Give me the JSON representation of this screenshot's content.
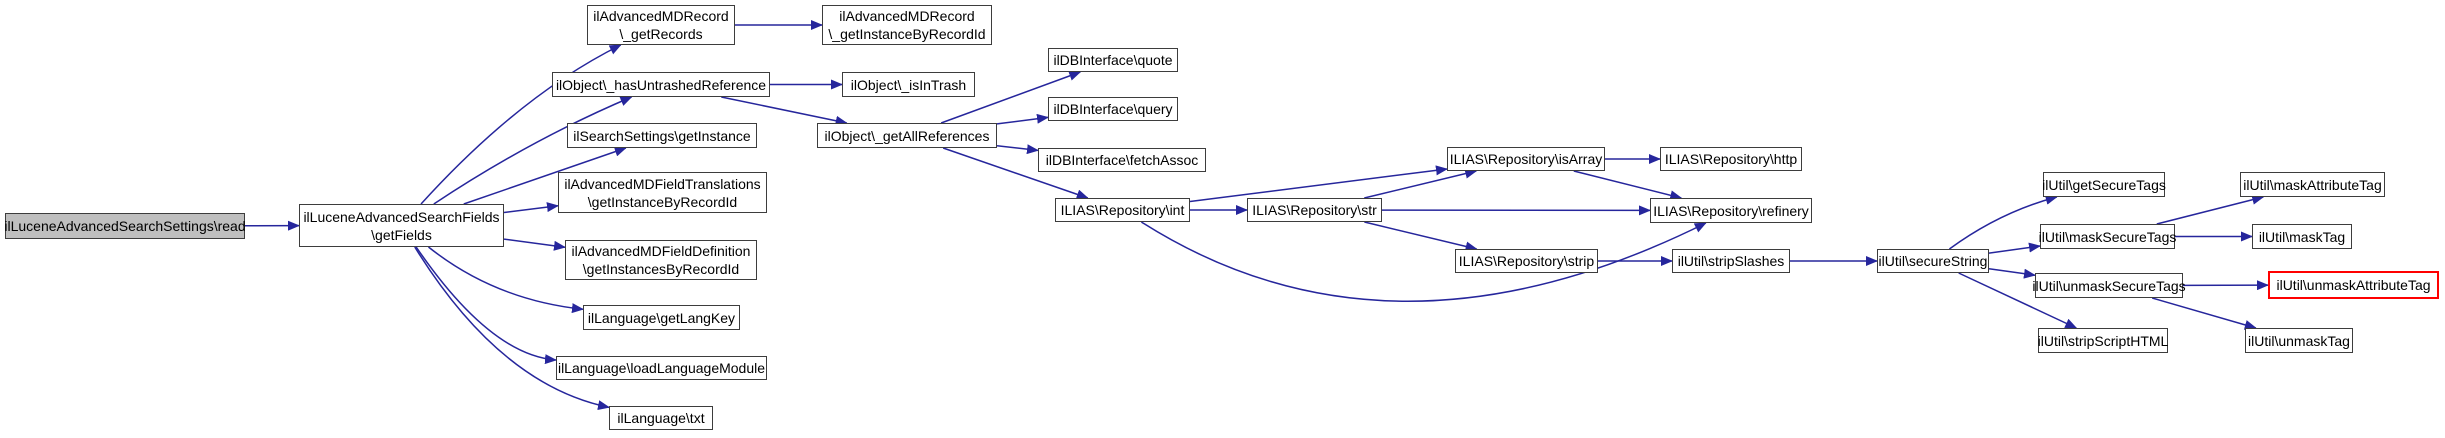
{
  "diagram": {
    "type": "call-graph",
    "root_function": "ilLuceneAdvancedSearchSettings\\read",
    "nodes": [
      {
        "id": "read",
        "style": "root",
        "lines": [
          "ilLuceneAdvancedSearchSettings\\read"
        ]
      },
      {
        "id": "get-fields",
        "style": "normal",
        "lines": [
          "ilLuceneAdvancedSearchFields",
          "\\getFields"
        ]
      },
      {
        "id": "get-records",
        "style": "normal",
        "lines": [
          "ilAdvancedMDRecord",
          "\\_getRecords"
        ]
      },
      {
        "id": "get-instance-by-record-id",
        "style": "normal",
        "lines": [
          "ilAdvancedMDRecord",
          "\\_getInstanceByRecordId"
        ]
      },
      {
        "id": "has-untrashed-reference",
        "style": "normal",
        "lines": [
          "ilObject\\_hasUntrashedReference"
        ]
      },
      {
        "id": "is-in-trash",
        "style": "normal",
        "lines": [
          "ilObject\\_isInTrash"
        ]
      },
      {
        "id": "search-settings-get-instance",
        "style": "normal",
        "lines": [
          "ilSearchSettings\\getInstance"
        ]
      },
      {
        "id": "get-all-references",
        "style": "normal",
        "lines": [
          "ilObject\\_getAllReferences"
        ]
      },
      {
        "id": "db-quote",
        "style": "normal",
        "lines": [
          "ilDBInterface\\quote"
        ]
      },
      {
        "id": "db-query",
        "style": "normal",
        "lines": [
          "ilDBInterface\\query"
        ]
      },
      {
        "id": "db-fetch-assoc",
        "style": "normal",
        "lines": [
          "ilDBInterface\\fetchAssoc"
        ]
      },
      {
        "id": "field-translations-get-instance-by-record-id",
        "style": "normal",
        "lines": [
          "ilAdvancedMDFieldTranslations",
          "\\getInstanceByRecordId"
        ]
      },
      {
        "id": "field-definition-get-instances-by-record-id",
        "style": "normal",
        "lines": [
          "ilAdvancedMDFieldDefinition",
          "\\getInstancesByRecordId"
        ]
      },
      {
        "id": "repo-int",
        "style": "normal",
        "lines": [
          "ILIAS\\Repository\\int"
        ]
      },
      {
        "id": "repo-str",
        "style": "normal",
        "lines": [
          "ILIAS\\Repository\\str"
        ]
      },
      {
        "id": "repo-is-array",
        "style": "normal",
        "lines": [
          "ILIAS\\Repository\\isArray"
        ]
      },
      {
        "id": "repo-http",
        "style": "normal",
        "lines": [
          "ILIAS\\Repository\\http"
        ]
      },
      {
        "id": "repo-refinery",
        "style": "normal",
        "lines": [
          "ILIAS\\Repository\\refinery"
        ]
      },
      {
        "id": "repo-strip",
        "style": "normal",
        "lines": [
          "ILIAS\\Repository\\strip"
        ]
      },
      {
        "id": "strip-slashes",
        "style": "normal",
        "lines": [
          "ilUtil\\stripSlashes"
        ]
      },
      {
        "id": "secure-string",
        "style": "normal",
        "lines": [
          "ilUtil\\secureString"
        ]
      },
      {
        "id": "get-lang-key",
        "style": "normal",
        "lines": [
          "ilLanguage\\getLangKey"
        ]
      },
      {
        "id": "load-language-module",
        "style": "normal",
        "lines": [
          "ilLanguage\\loadLanguageModule"
        ]
      },
      {
        "id": "lang-txt",
        "style": "normal",
        "lines": [
          "ilLanguage\\txt"
        ]
      },
      {
        "id": "get-secure-tags",
        "style": "normal",
        "lines": [
          "ilUtil\\getSecureTags"
        ]
      },
      {
        "id": "mask-attribute-tag",
        "style": "normal",
        "lines": [
          "ilUtil\\maskAttributeTag"
        ]
      },
      {
        "id": "mask-secure-tags",
        "style": "normal",
        "lines": [
          "ilUtil\\maskSecureTags"
        ]
      },
      {
        "id": "mask-tag",
        "style": "normal",
        "lines": [
          "ilUtil\\maskTag"
        ]
      },
      {
        "id": "unmask-secure-tags",
        "style": "normal",
        "lines": [
          "ilUtil\\unmaskSecureTags"
        ]
      },
      {
        "id": "unmask-attribute-tag",
        "style": "highlight",
        "lines": [
          "ilUtil\\unmaskAttributeTag"
        ]
      },
      {
        "id": "strip-script-html",
        "style": "normal",
        "lines": [
          "ilUtil\\stripScriptHTML"
        ]
      },
      {
        "id": "unmask-tag",
        "style": "normal",
        "lines": [
          "ilUtil\\unmaskTag"
        ]
      }
    ],
    "edges": [
      {
        "from": "read",
        "to": "get-fields"
      },
      {
        "from": "get-fields",
        "to": "get-records"
      },
      {
        "from": "get-fields",
        "to": "has-untrashed-reference"
      },
      {
        "from": "get-fields",
        "to": "search-settings-get-instance"
      },
      {
        "from": "get-fields",
        "to": "field-translations-get-instance-by-record-id"
      },
      {
        "from": "get-fields",
        "to": "field-definition-get-instances-by-record-id"
      },
      {
        "from": "get-fields",
        "to": "get-lang-key"
      },
      {
        "from": "get-fields",
        "to": "load-language-module"
      },
      {
        "from": "get-fields",
        "to": "lang-txt"
      },
      {
        "from": "get-records",
        "to": "get-instance-by-record-id"
      },
      {
        "from": "has-untrashed-reference",
        "to": "is-in-trash"
      },
      {
        "from": "has-untrashed-reference",
        "to": "get-all-references"
      },
      {
        "from": "get-all-references",
        "to": "db-quote"
      },
      {
        "from": "get-all-references",
        "to": "db-query"
      },
      {
        "from": "get-all-references",
        "to": "db-fetch-assoc"
      },
      {
        "from": "get-all-references",
        "to": "repo-int"
      },
      {
        "from": "repo-int",
        "to": "repo-str"
      },
      {
        "from": "repo-int",
        "to": "repo-is-array"
      },
      {
        "from": "repo-int",
        "to": "repo-refinery"
      },
      {
        "from": "repo-str",
        "to": "repo-is-array"
      },
      {
        "from": "repo-str",
        "to": "repo-refinery"
      },
      {
        "from": "repo-str",
        "to": "repo-strip"
      },
      {
        "from": "repo-is-array",
        "to": "repo-http"
      },
      {
        "from": "repo-is-array",
        "to": "repo-refinery"
      },
      {
        "from": "repo-strip",
        "to": "strip-slashes"
      },
      {
        "from": "strip-slashes",
        "to": "secure-string"
      },
      {
        "from": "secure-string",
        "to": "get-secure-tags"
      },
      {
        "from": "secure-string",
        "to": "mask-secure-tags"
      },
      {
        "from": "secure-string",
        "to": "unmask-secure-tags"
      },
      {
        "from": "secure-string",
        "to": "strip-script-html"
      },
      {
        "from": "mask-secure-tags",
        "to": "mask-attribute-tag"
      },
      {
        "from": "mask-secure-tags",
        "to": "mask-tag"
      },
      {
        "from": "unmask-secure-tags",
        "to": "unmask-attribute-tag"
      },
      {
        "from": "unmask-secure-tags",
        "to": "unmask-tag"
      }
    ]
  },
  "colors": {
    "edge": "#26269c",
    "node_border": "#3d3d3d",
    "node_fill": "#ffffff",
    "root_fill": "#bfbfbf",
    "highlight_border": "#ff0000",
    "text": "#000000",
    "background": "#ffffff"
  }
}
